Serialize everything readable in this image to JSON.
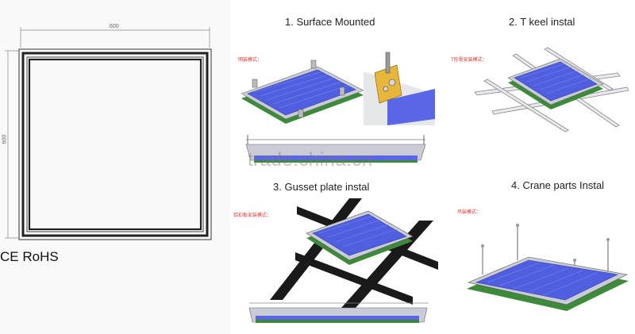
{
  "left": {
    "dim_top": "600",
    "dim_side": "600",
    "certification": "CE RoHS"
  },
  "panels": [
    {
      "title": "1. Surface Mounted",
      "cn_label": "明装模式："
    },
    {
      "title": "2. T keel instal",
      "cn_label": "T形骨安装模式："
    },
    {
      "title": "3. Gusset plate instal",
      "cn_label": "铝扣板安装模式："
    },
    {
      "title": "4. Crane parts Instal",
      "cn_label": "吊装模式："
    }
  ],
  "watermark": "trade.china.cn",
  "colors": {
    "panel_blue": "#4f5fe0",
    "panel_green": "#3d8a3a",
    "frame_grey": "#cfd2d8",
    "rail_black": "#1a1a1a"
  }
}
